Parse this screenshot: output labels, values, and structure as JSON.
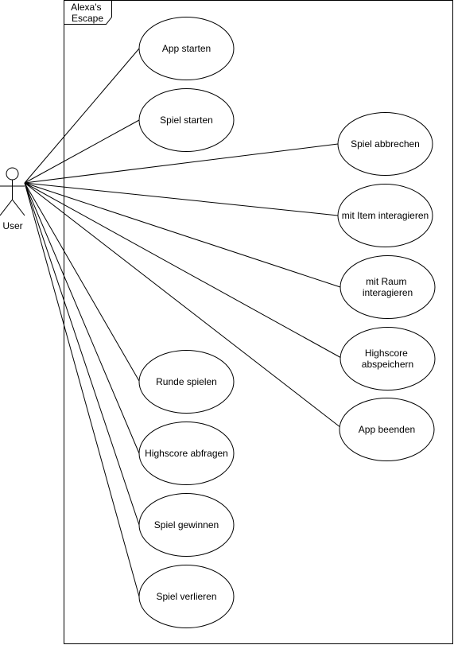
{
  "system": {
    "title_lines": [
      "Alexa's",
      "Escape"
    ]
  },
  "actor": {
    "name": "User"
  },
  "use_cases": [
    {
      "id": "app-starten",
      "lines": [
        "App starten"
      ]
    },
    {
      "id": "spiel-starten",
      "lines": [
        "Spiel starten"
      ]
    },
    {
      "id": "spiel-abbrechen",
      "lines": [
        "Spiel abbrechen"
      ]
    },
    {
      "id": "mit-item-interagieren",
      "lines": [
        "mit Item interagieren"
      ]
    },
    {
      "id": "mit-raum-interagieren",
      "lines": [
        "mit Raum",
        "interagieren"
      ]
    },
    {
      "id": "highscore-abspeichern",
      "lines": [
        "Highscore",
        "abspeichern"
      ]
    },
    {
      "id": "app-beenden",
      "lines": [
        "App beenden"
      ]
    },
    {
      "id": "runde-spielen",
      "lines": [
        "Runde spielen"
      ]
    },
    {
      "id": "highscore-abfragen",
      "lines": [
        "Highscore abfragen"
      ]
    },
    {
      "id": "spiel-gewinnen",
      "lines": [
        "Spiel gewinnen"
      ]
    },
    {
      "id": "spiel-verlieren",
      "lines": [
        "Spiel verlieren"
      ]
    }
  ],
  "colors": {
    "stroke": "#000000",
    "fill": "#ffffff",
    "text": "#000000"
  }
}
